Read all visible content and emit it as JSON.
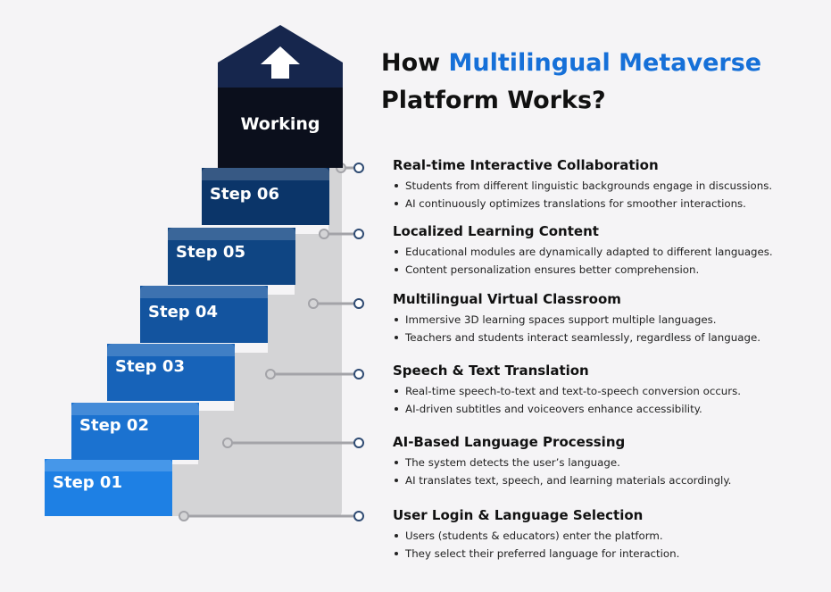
{
  "title": {
    "prefix": "How ",
    "accent": "Multilingual Metaverse",
    "line2": "Platform Works?"
  },
  "top": {
    "label": "Working",
    "icon": "arrow-up-icon"
  },
  "steps": [
    {
      "label": "Step 01",
      "color": "#1e80e4"
    },
    {
      "label": "Step 02",
      "color": "#1b72d0"
    },
    {
      "label": "Step 03",
      "color": "#1763b9"
    },
    {
      "label": "Step 04",
      "color": "#13549f"
    },
    {
      "label": "Step 05",
      "color": "#0f4583"
    },
    {
      "label": "Step 06",
      "color": "#0b3569"
    }
  ],
  "items": [
    {
      "title": "Real-time Interactive Collaboration",
      "bullets": [
        "Students from different linguistic backgrounds engage in discussions.",
        "AI continuously optimizes translations for smoother interactions."
      ]
    },
    {
      "title": "Localized Learning Content",
      "bullets": [
        "Educational modules are dynamically adapted to different languages.",
        "Content personalization ensures better comprehension."
      ]
    },
    {
      "title": "Multilingual Virtual Classroom",
      "bullets": [
        "Immersive 3D learning spaces support multiple languages.",
        "Teachers and students interact seamlessly, regardless of language."
      ]
    },
    {
      "title": "Speech & Text Translation",
      "bullets": [
        "Real-time speech-to-text and text-to-speech conversion occurs.",
        "AI-driven subtitles and voiceovers enhance accessibility."
      ]
    },
    {
      "title": "AI-Based Language Processing",
      "bullets": [
        "The system detects the user’s language.",
        "AI translates text, speech, and learning materials accordingly."
      ]
    },
    {
      "title": "User Login & Language Selection",
      "bullets": [
        "Users (students & educators) enter the platform.",
        "They select their preferred language for interaction."
      ]
    }
  ],
  "colors": {
    "top_dark": "#0b0f1c",
    "roof": "#16264d",
    "gray_wall": "#d4d4d6",
    "connector": "#a3a3a8",
    "connector_end": "#2e4a72",
    "accent": "#1670d8"
  }
}
